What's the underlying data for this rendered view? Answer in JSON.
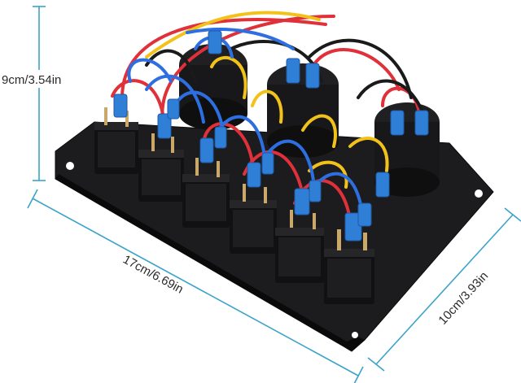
{
  "dimensions": {
    "height": "9cm/3.54in",
    "length": "17cm/6.69in",
    "width": "10cm/3.93in"
  },
  "colors": {
    "dimension_line": "#3ba3c9",
    "panel": "#1c1c1e",
    "switch_body": "#111113",
    "connector": "#2f7fd6",
    "wire_red": "#e0303a",
    "wire_yellow": "#f2c21a",
    "wire_blue": "#2d6fe0",
    "wire_black": "#1a1a1a"
  },
  "product": {
    "rocker_switch_count": 6,
    "socket_count": 3
  }
}
